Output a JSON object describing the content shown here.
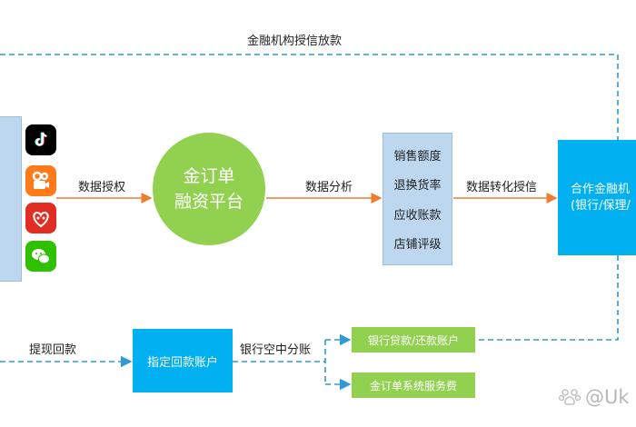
{
  "labels": {
    "authorization_top": "金融机构授信放款",
    "data_auth": "数据授权",
    "data_analysis": "数据分析",
    "data_to_credit": "数据转化授信",
    "withdraw": "提现回款",
    "bank_split": "银行空中分账"
  },
  "platform": {
    "line1": "金订单",
    "line2": "融资平台"
  },
  "metrics": [
    "销售额度",
    "退换货率",
    "应收账款",
    "店铺评级"
  ],
  "partner": {
    "line1": "合作金融机",
    "line2": "(银行/保理/"
  },
  "account_box": "指定回款账户",
  "green_boxes": {
    "loan": "银行贷款/还款账户",
    "fee": "金订单系统服务费"
  },
  "apps": [
    {
      "icon": "tiktok-icon",
      "color": "#000000"
    },
    {
      "icon": "kuaishou-icon",
      "color": "#ff7a1a"
    },
    {
      "icon": "pinduoduo-icon",
      "color": "#e02e24"
    },
    {
      "icon": "wechat-icon",
      "color": "#2dc100"
    }
  ],
  "colors": {
    "dashed_line": "#2e9ad6",
    "orange_arrow": "#ed7d31",
    "green": "#92d050",
    "blue_box": "#00b0f0",
    "light_box": "#bdd7ee"
  },
  "watermark": "@Uk"
}
